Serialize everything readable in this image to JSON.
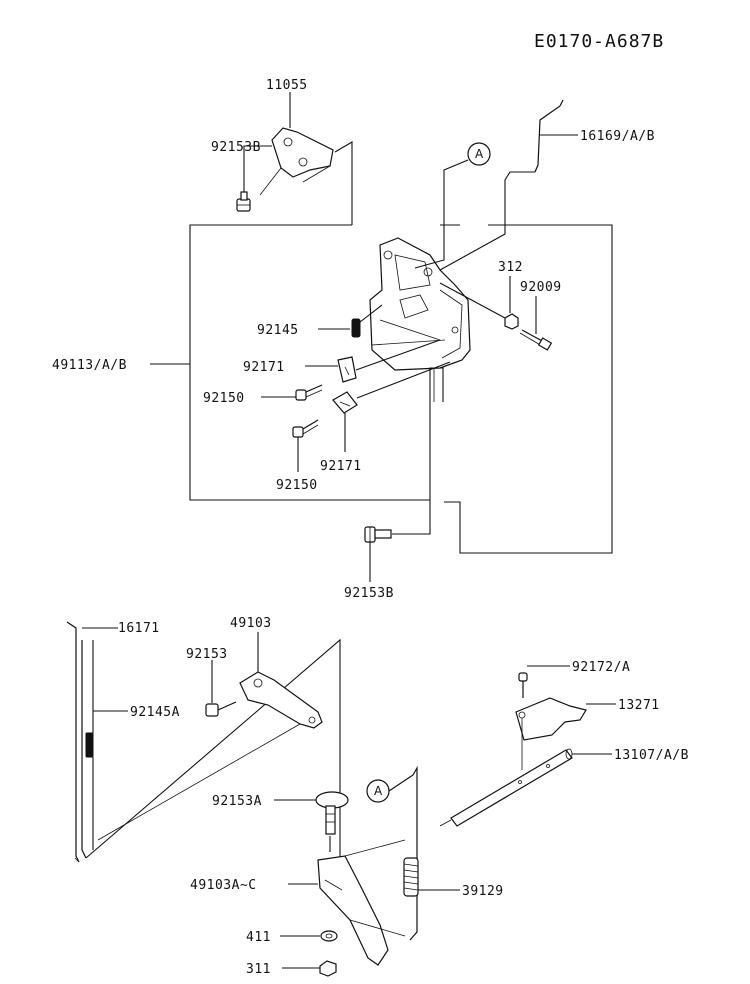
{
  "diagram_code": "E0170‑A687B",
  "callouts": {
    "upper": "A",
    "lower": "A"
  },
  "labels": {
    "p11055": "11055",
    "p92153B_top": "92153B",
    "p16169": "16169/A/B",
    "p312": "312",
    "p92009": "92009",
    "p92145": "92145",
    "p49113": "49113/A/B",
    "p92171_a": "92171",
    "p92150_a": "92150",
    "p92150_b": "92150",
    "p92171_b": "92171",
    "p92153B_bottom": "92153B",
    "p16171": "16171",
    "p49103": "49103",
    "p92153": "92153",
    "p92145A": "92145A",
    "p92172": "92172/A",
    "p13271": "13271",
    "p13107": "13107/A/B",
    "p92153A": "92153A",
    "p49103AC": "49103A~C",
    "p39129": "39129",
    "p411": "411",
    "p311": "311"
  }
}
